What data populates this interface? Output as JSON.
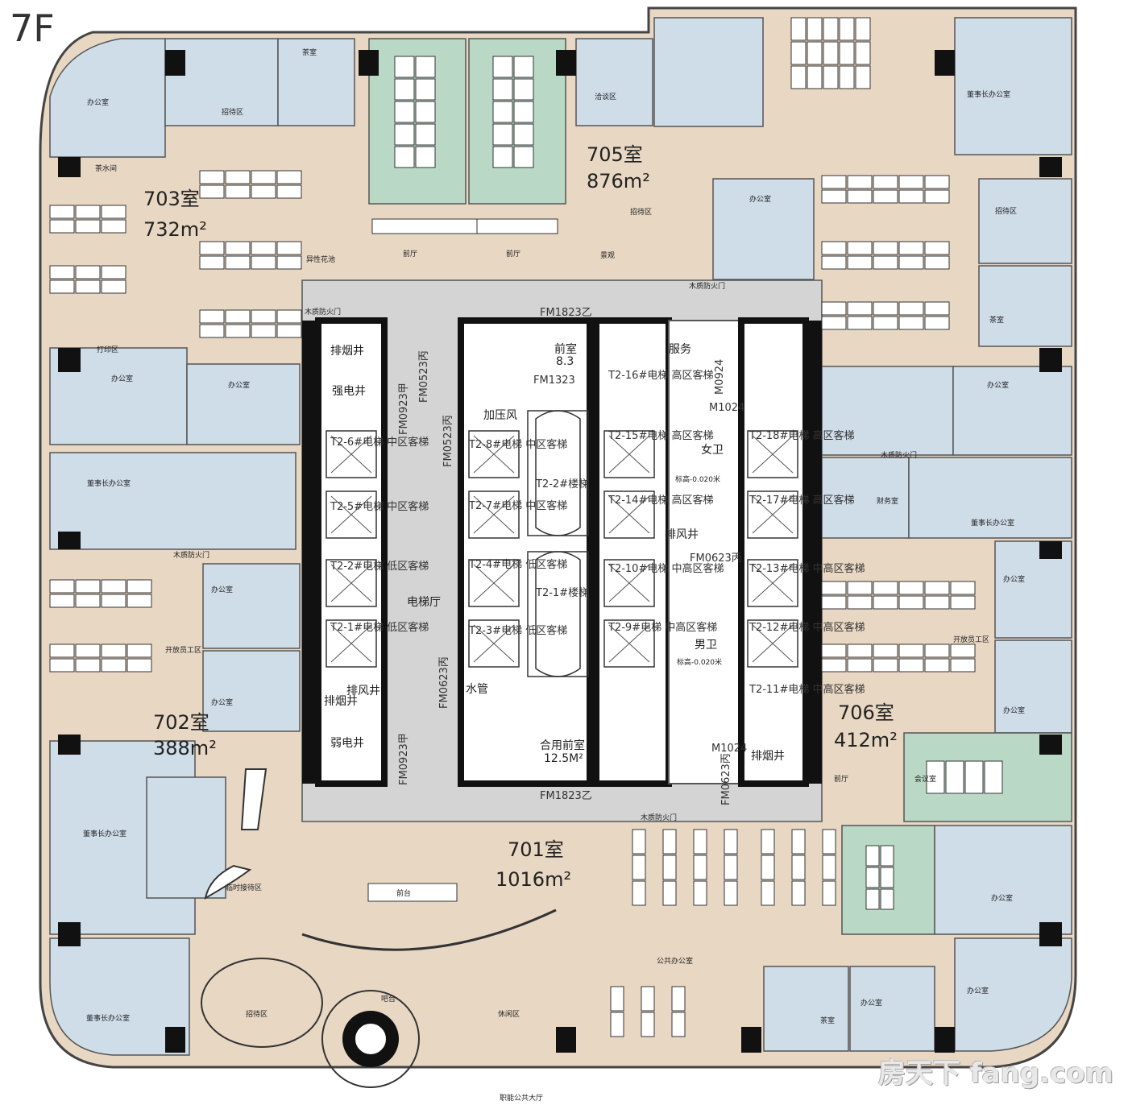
{
  "floor_label": "7F",
  "watermark": "房天下 fang.com",
  "bottom_note": "职能公共大厅",
  "rooms": {
    "r701": {
      "name": "701室",
      "area": "1016m²"
    },
    "r702": {
      "name": "702室",
      "area": "388m²"
    },
    "r703": {
      "name": "703室",
      "area": "732m²"
    },
    "r705": {
      "name": "705室",
      "area": "876m²"
    },
    "r706": {
      "name": "706室",
      "area": "412m²"
    }
  },
  "labels": {
    "office": "办公室",
    "tea": "茶室",
    "reception": "招待区",
    "negotiation": "洽谈区",
    "chairman": "董事长办公室",
    "open_work": "开放员工区",
    "finance": "财务室",
    "meeting": "会议室",
    "lobby": "前厅",
    "front_desk": "前台",
    "temp_reception": "临时接待区",
    "bar": "吧台",
    "rest": "休闲区",
    "public_office": "公共办公室",
    "landscape": "景观",
    "garden": "异性花池",
    "fire_door": "木质防火门",
    "elevator_hall": "电梯厅",
    "shared_lobby": "合用前室",
    "shared_lobby_area": "12.5M²",
    "front_room": "前室",
    "front_room_area": "8.3",
    "service": "服务",
    "female_wc": "女卫",
    "male_wc": "男卫",
    "level_note": "标高-0.020米",
    "smoke_shaft": "排烟井",
    "strong_power": "强电井",
    "weak_power": "弱电井",
    "air_shaft": "排风井",
    "water_pipe": "水管",
    "pressure_fan": "加压风",
    "tea_water": "茶水间",
    "print_area": "打印区"
  },
  "door_codes": {
    "fm1823_top": "FM1823乙",
    "fm1823_bottom": "FM1823乙",
    "fm0923_a": "FM0923甲",
    "fm0923_b": "FM0923甲",
    "fm0523_a": "FM0523丙",
    "fm0523_b": "FM0523丙",
    "fm0623_a": "FM0623丙",
    "fm0623_b": "FM0623丙",
    "fm0623_c": "FM0623丙",
    "fm1323": "FM1323",
    "fm1024": "M1024",
    "fm0924": "M0924"
  },
  "elevators": {
    "t2_6": "T2-6#电梯 中区客梯",
    "t2_5": "T2-5#电梯 中区客梯",
    "t2_2": "T2-2#电梯 低区客梯",
    "t2_1": "T2-1#电梯 低区客梯",
    "t2_8": "T2-8#电梯 中区客梯",
    "t2_7": "T2-7#电梯 中区客梯",
    "t2_4": "T2-4#电梯 低区客梯",
    "t2_3": "T2-3#电梯 低区客梯",
    "t2_16": "T2-16#电梯 高区客梯",
    "t2_15": "T2-15#电梯 高区客梯",
    "t2_14": "T2-14#电梯 高区客梯",
    "t2_10": "T2-10#电梯 中高区客梯",
    "t2_9": "T2-9#电梯 中高区客梯",
    "t2_18": "T2-18#电梯 高区客梯",
    "t2_17": "T2-17#电梯 高区客梯",
    "t2_13": "T2-13#电梯 中高区客梯",
    "t2_12": "T2-12#电梯 中高区客梯",
    "t2_11": "T2-11#电梯 中高区客梯",
    "stair_2": "T2-2#楼梯",
    "stair_1": "T2-1#楼梯"
  },
  "colors": {
    "office_blue": "#cfdde9",
    "open_beige": "#e8d7c3",
    "meeting_green": "#b9d8c5",
    "core_gray": "#d4d4d4",
    "wall_black": "#111111",
    "desk_white": "#ffffff"
  }
}
